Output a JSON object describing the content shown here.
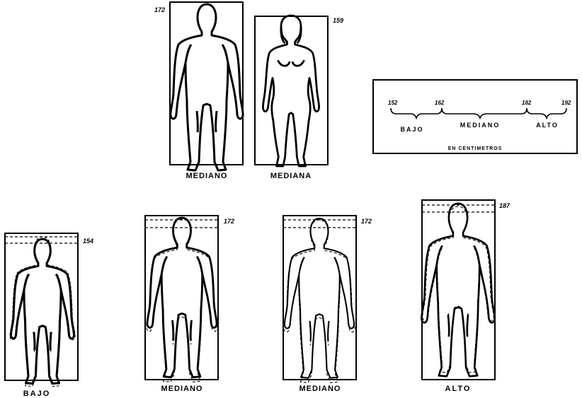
{
  "figures": [
    {
      "id": "top-man",
      "height": "172",
      "label": "MEDIANO"
    },
    {
      "id": "top-woman",
      "height": "159",
      "label": "MEDIANA"
    },
    {
      "id": "short",
      "height": "154",
      "label": "BAJO"
    },
    {
      "id": "mid-1",
      "height": "172",
      "label": "MEDIANO"
    },
    {
      "id": "mid-2",
      "height": "172",
      "label": "MEDIANO"
    },
    {
      "id": "tall",
      "height": "187",
      "label": "ALTO"
    }
  ],
  "scale": {
    "ticks": [
      "152",
      "162",
      "182",
      "192"
    ],
    "ranges": [
      "BAJO",
      "MEDIANO",
      "ALTO"
    ],
    "unit": "EN CENTIMETROS"
  }
}
